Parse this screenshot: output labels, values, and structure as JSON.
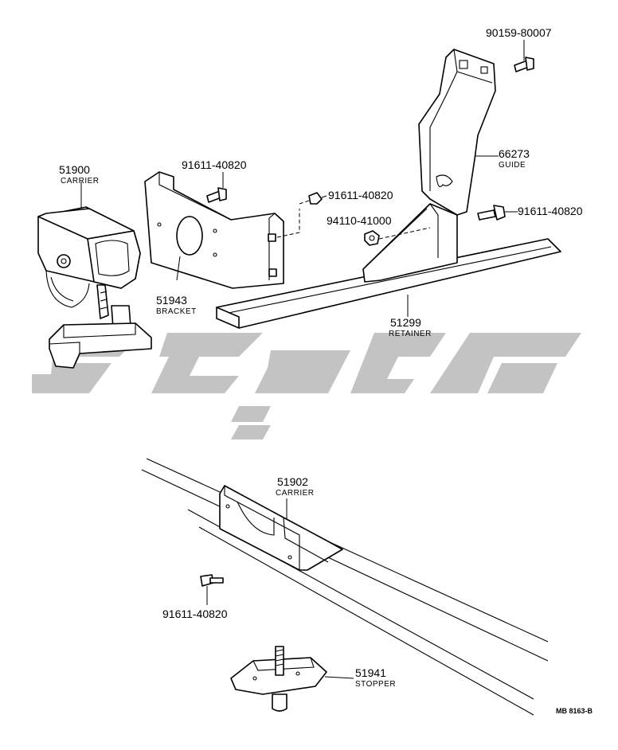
{
  "diagram": {
    "drawing_code": "MB 8163-B",
    "watermark_color": "#b9b9b9",
    "labels": {
      "p51900": {
        "number": "51900",
        "name": "CARRIER"
      },
      "p51943": {
        "number": "51943",
        "name": "BRACKET"
      },
      "p51299": {
        "number": "51299",
        "name": "RETAINER"
      },
      "p66273": {
        "number": "66273",
        "name": "GUIDE"
      },
      "p51902": {
        "number": "51902",
        "name": "CARRIER"
      },
      "p51941": {
        "number": "51941",
        "name": "STOPPER"
      },
      "b90159": {
        "number": "90159-80007"
      },
      "b91611a": {
        "number": "91611-40820"
      },
      "b91611b": {
        "number": "91611-40820"
      },
      "b91611c": {
        "number": "91611-40820"
      },
      "b91611d": {
        "number": "91611-40820"
      },
      "n94110": {
        "number": "94110-41000"
      }
    }
  }
}
